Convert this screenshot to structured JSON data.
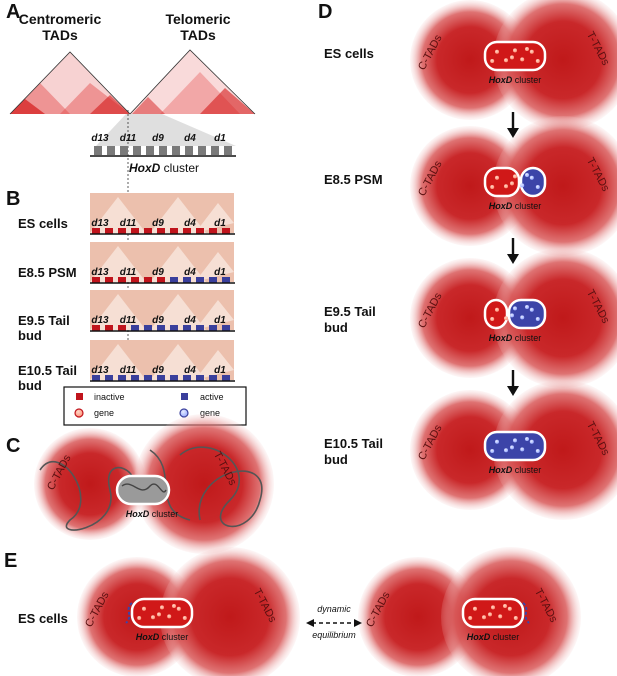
{
  "panels": {
    "a": "A",
    "b": "B",
    "c": "C",
    "d": "D",
    "e": "E"
  },
  "panel_a": {
    "centromeric_line1": "Centromeric",
    "centromeric_line2": "TADs",
    "telomeric_line1": "Telomeric",
    "telomeric_line2": "TADs",
    "genes": [
      "d13",
      "d11",
      "d9",
      "d4",
      "d1"
    ],
    "cluster_italic": "HoxD",
    "cluster_suffix": " cluster"
  },
  "panel_b": {
    "genes": [
      "d13",
      "d11",
      "d9",
      "d4",
      "d1"
    ],
    "rows": [
      {
        "label_line1": "ES cells",
        "label_line2": "",
        "active_count": 0
      },
      {
        "label_line1": "E8.5 PSM",
        "label_line2": "",
        "active_count": 5
      },
      {
        "label_line1": "E9.5 Tail",
        "label_line2": "bud",
        "active_count": 8
      },
      {
        "label_line1": "E10.5 Tail",
        "label_line2": "bud",
        "active_count": 11
      }
    ],
    "legend": {
      "inactive_line1": "inactive",
      "inactive_line2": "gene",
      "active_line1": "active",
      "active_line2": "gene"
    },
    "colors": {
      "inactive": "#c0141c",
      "active": "#3a3f9c",
      "tad_fill": "#ecc0ad"
    }
  },
  "panel_c": {
    "c_tads": "C-TADs",
    "t_tads": "T-TADs",
    "cluster_italic": "HoxD",
    "cluster_suffix": " cluster"
  },
  "panel_d": {
    "stages": [
      {
        "label_line1": "ES cells",
        "label_line2": "",
        "state": "inactive"
      },
      {
        "label_line1": "E8.5 PSM",
        "label_line2": "",
        "state": "partial"
      },
      {
        "label_line1": "E9.5 Tail",
        "label_line2": "bud",
        "state": "mostly"
      },
      {
        "label_line1": "E10.5 Tail",
        "label_line2": "bud",
        "state": "active"
      }
    ],
    "c_tads": "C-TADs",
    "t_tads": "T-TADs",
    "cluster_italic": "HoxD",
    "cluster_suffix": " cluster"
  },
  "panel_e": {
    "stage": "ES cells",
    "c_tads": "C-TADs",
    "t_tads": "T-TADs",
    "cluster_italic": "HoxD",
    "cluster_suffix": " cluster",
    "arrow_line1": "dynamic",
    "arrow_line2": "equilibrium"
  },
  "colors": {
    "tad_red": "#c8201e",
    "gene_red": "#d01818",
    "gene_blue": "#3c44a8",
    "gray_cluster": "#9a9a9a"
  }
}
